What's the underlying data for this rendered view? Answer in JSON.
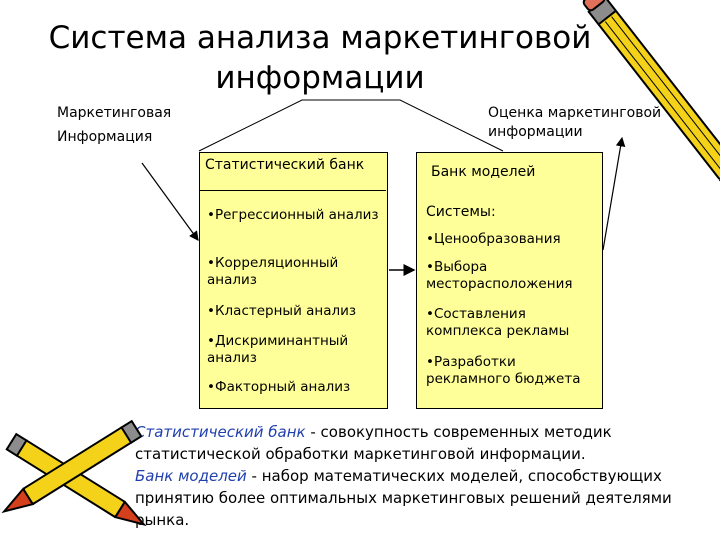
{
  "slide": {
    "title_line1": "Система анализа маркетинговой",
    "title_line2": "информации",
    "left_label": [
      "Маркетинговая",
      "Информация"
    ],
    "right_label": [
      "Оценка маркетинговой",
      "информации"
    ]
  },
  "stat_bank": {
    "header": "Статистический банк",
    "items": [
      "•Регрессионный анализ",
      "•Корреляционный анализ",
      "•Кластерный анализ",
      "•Дискриминантный анализ",
      "•Факторный анализ"
    ]
  },
  "model_bank": {
    "header": "Банк моделей",
    "subheader": "Системы:",
    "items": [
      "•Ценообразования",
      "•Выбора месторасположения",
      "•Составления комплекса рекламы",
      "•Разработки рекламного бюджета"
    ]
  },
  "definitions": [
    {
      "term": "Статистический банк",
      "text": " - совокупность современных методик статистической обработки маркетинговой информации."
    },
    {
      "term": "Банк моделей",
      "text": " - набор математических моделей, способствующих принятию более оптимальных маркетинговых решений деятелями рынка."
    }
  ],
  "colors": {
    "box_fill": "#ffff99",
    "term": "#1f3fae",
    "pencil_yellow": "#f5d21a",
    "pencil_tip": "#d43f1c"
  },
  "icons": [
    "pencil-icon",
    "crossed-pencils-icon"
  ]
}
